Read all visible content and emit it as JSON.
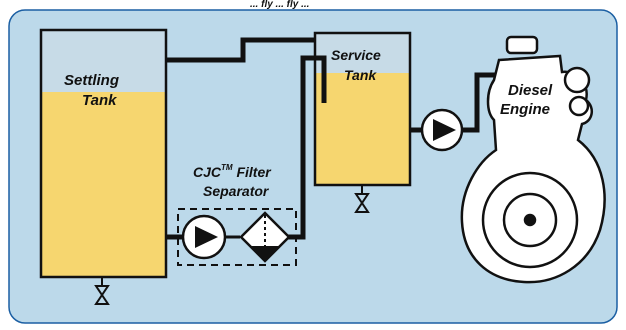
{
  "header_fragment": "... fly ... fly ...",
  "labels": {
    "settling_tank": [
      "Settling",
      "Tank"
    ],
    "service_tank": [
      "Service",
      "Tank"
    ],
    "filter": {
      "line1_prefix": "CJC",
      "line1_tm": "TM",
      "line1_suffix": " Filter",
      "line2": "Separator"
    },
    "engine": [
      "Diesel",
      "Engine"
    ]
  },
  "colors": {
    "background_panel": "#bcd9ea",
    "panel_border": "#1b5fa3",
    "oil": "#f6d66f",
    "tank_empty": "#c7dbe7",
    "line": "#111111"
  }
}
